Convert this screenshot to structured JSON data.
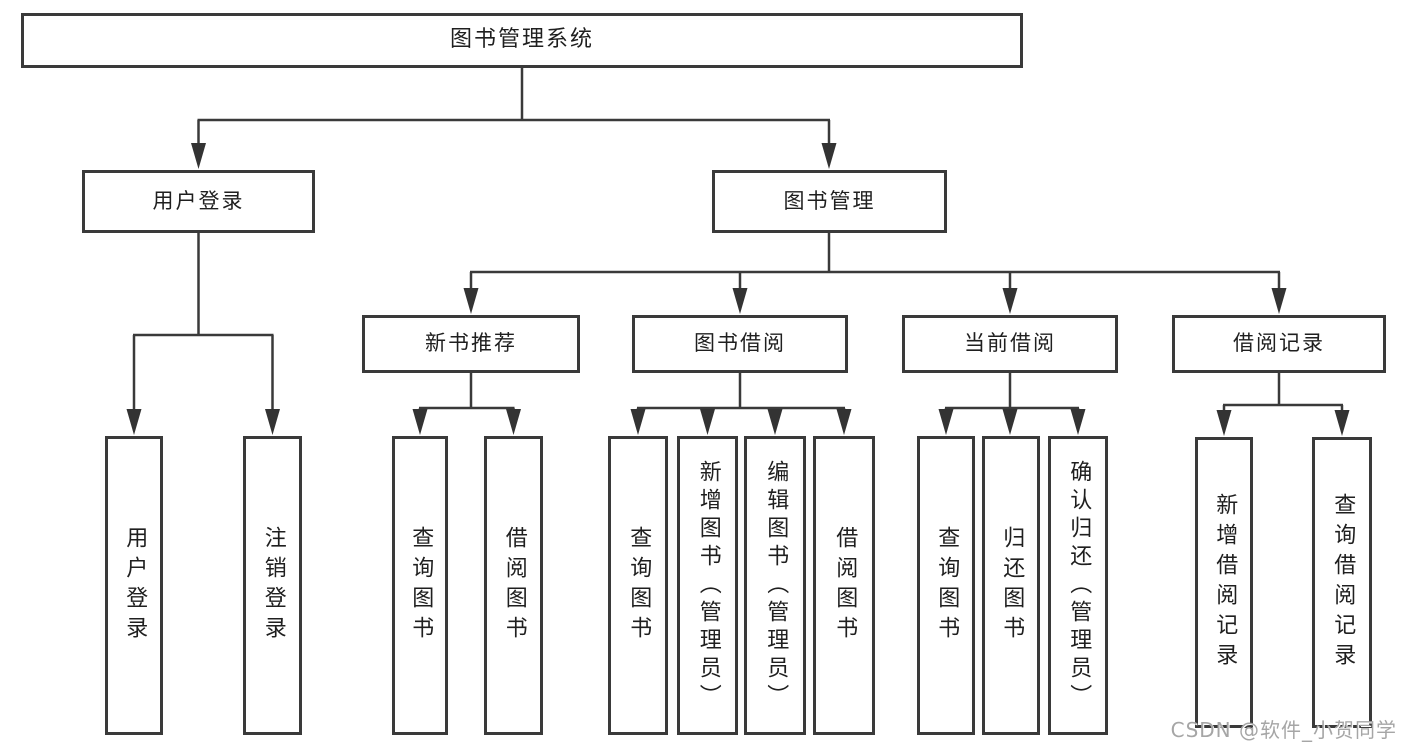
{
  "diagram": {
    "watermark": "CSDN @软件_小贺同学",
    "colors": {
      "border": "#3a3a3a",
      "line": "#3a3a3a",
      "arrow": "#333333",
      "text": "#1f1f1f",
      "watermark": "#a6a6a6",
      "background": "#ffffff"
    },
    "nodes": {
      "root": {
        "label": "图书管理系统"
      },
      "user_login": {
        "label": "用户登录"
      },
      "book_mgmt": {
        "label": "图书管理"
      },
      "new_book_rec": {
        "label": "新书推荐"
      },
      "book_borrow": {
        "label": "图书借阅"
      },
      "current_borrow": {
        "label": "当前借阅"
      },
      "borrow_records": {
        "label": "借阅记录"
      },
      "user_login_action": {
        "label": "用户登录"
      },
      "logout_action": {
        "label": "注销登录"
      },
      "rec_query_book": {
        "label": "查询图书"
      },
      "rec_borrow_book": {
        "label": "借阅图书"
      },
      "bb_query_book": {
        "label": "查询图书"
      },
      "bb_add_book": {
        "label": "新增图书（管理员）"
      },
      "bb_edit_book": {
        "label": "编辑图书（管理员）"
      },
      "bb_borrow_book": {
        "label": "借阅图书"
      },
      "cb_query_book": {
        "label": "查询图书"
      },
      "cb_return_book": {
        "label": "归还图书"
      },
      "cb_confirm_return": {
        "label": "确认归还（管理员）"
      },
      "br_add_record": {
        "label": "新增借阅记录"
      },
      "br_query_record": {
        "label": "查询借阅记录"
      }
    }
  }
}
